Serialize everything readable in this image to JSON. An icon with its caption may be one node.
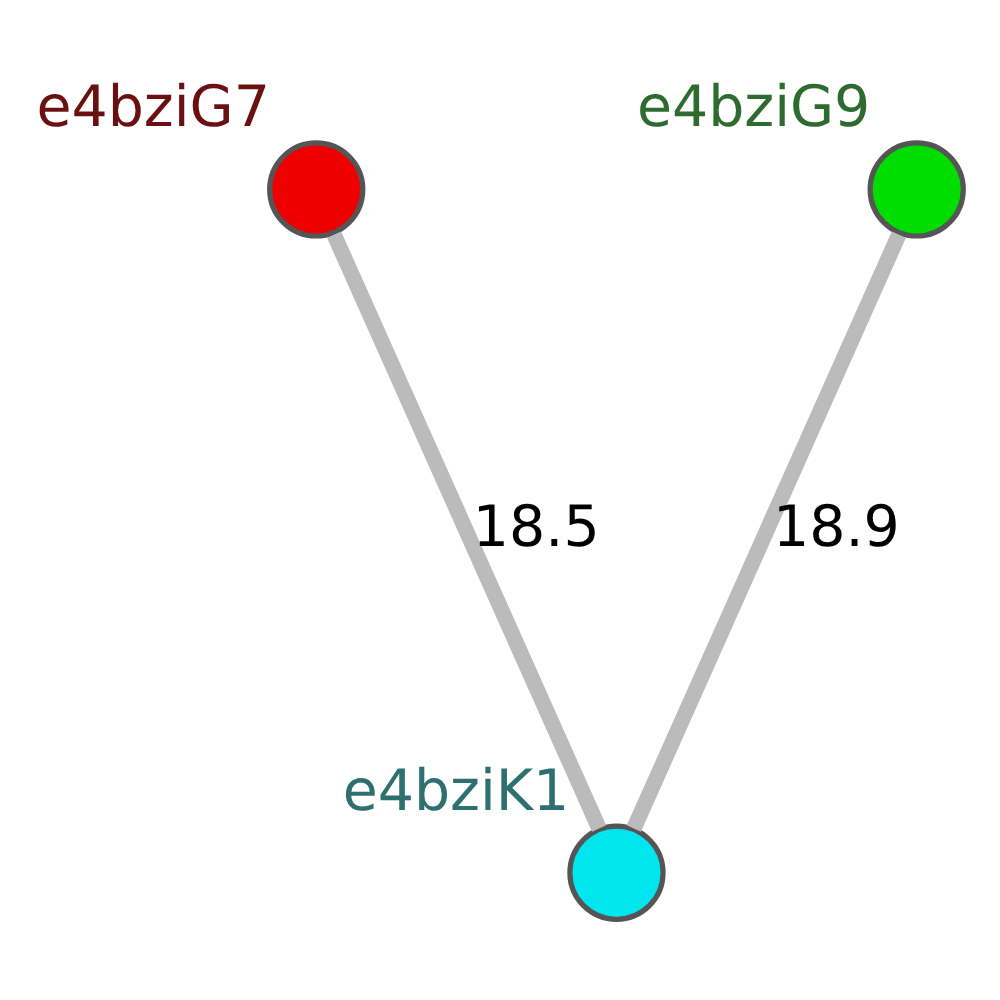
{
  "diagram": {
    "nodes": [
      {
        "text": [],
        "shape": "circle",
        "beside": [
          "e4bziG7"
        ]
      },
      {
        "text": [],
        "shape": "circle",
        "beside": [
          "e4bziG9"
        ]
      },
      {
        "text": [],
        "shape": "circle",
        "beside": [
          "e4bziK1"
        ]
      }
    ],
    "edges": [
      {
        "from": 1,
        "to": 2,
        "arrow": "none",
        "label": "18.9"
      },
      {
        "from": 0,
        "to": 2,
        "arrow": "none",
        "label": "18.5"
      }
    ]
  }
}
